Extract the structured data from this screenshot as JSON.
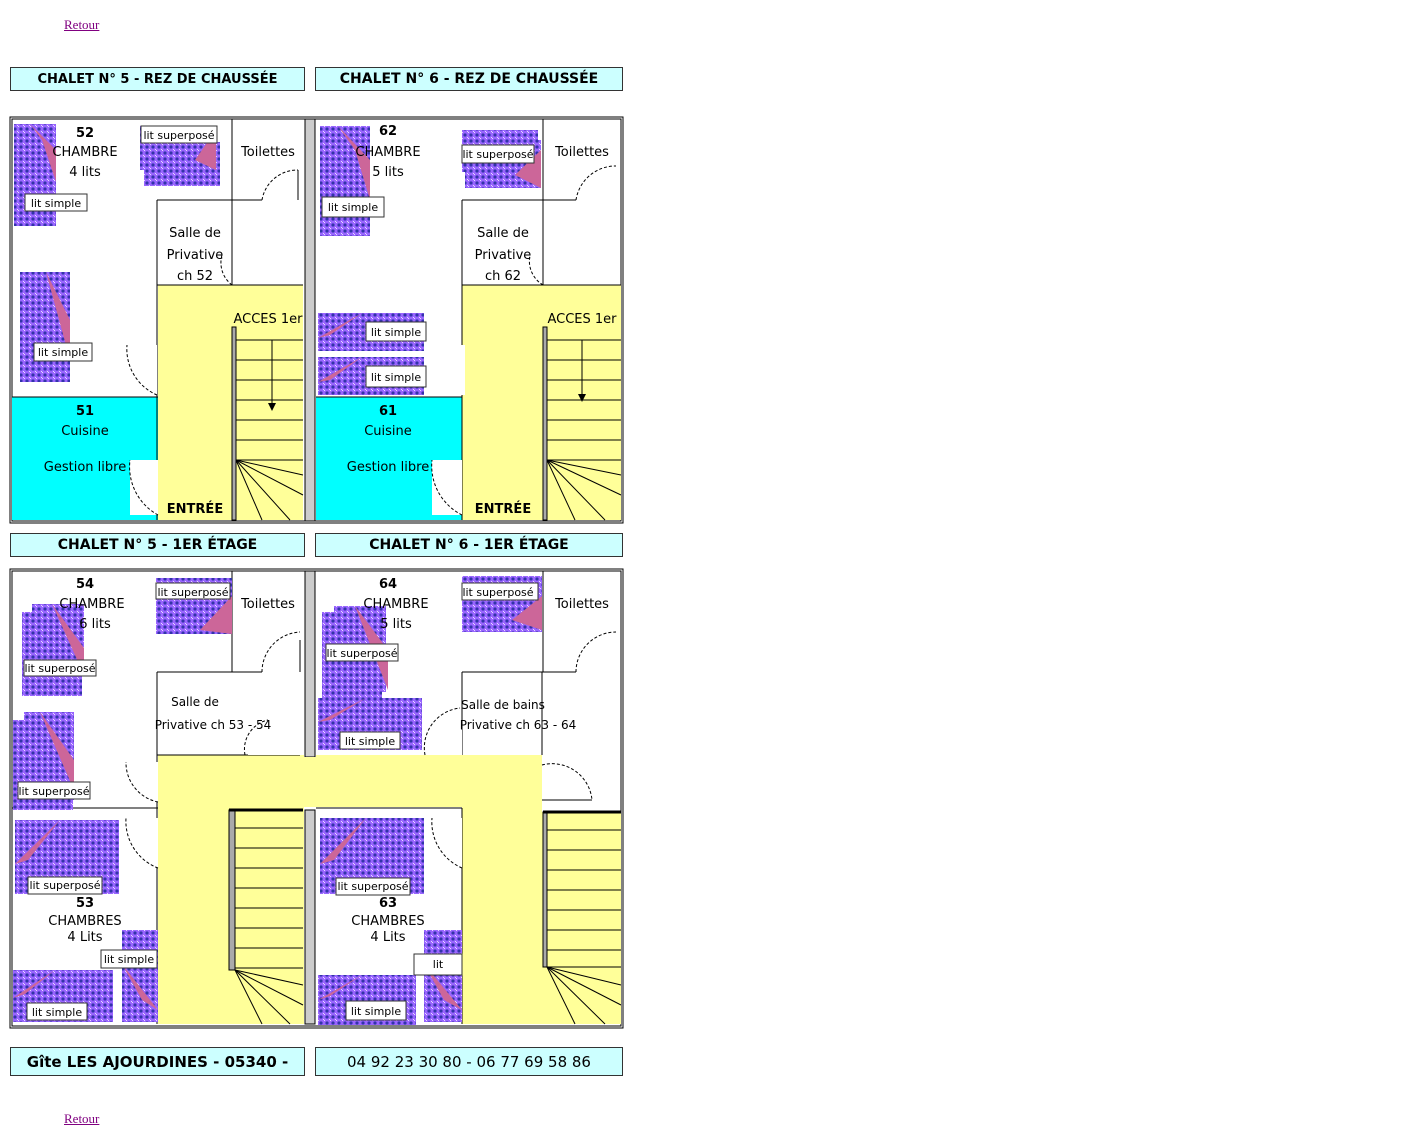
{
  "nav": {
    "back_top": "Retour",
    "back_bottom": "Retour"
  },
  "headers": {
    "c5_ground": "CHALET N° 5 - REZ DE CHAUSSÉE",
    "c6_ground": "CHALET N° 6 - REZ DE CHAUSSÉE",
    "c5_first": "CHALET N° 5 - 1ER ÉTAGE",
    "c6_first": "CHALET N° 6 - 1ER ÉTAGE"
  },
  "footer": {
    "gite": "Gîte LES AJOURDINES - 05340 -",
    "phones": "04 92 23 30 80 - 06 77 69 58 86"
  },
  "ground": {
    "c5": {
      "room_num": "52",
      "room_type": "CHAMBRE",
      "room_beds": "4 lits",
      "bed_labels": [
        "lit superposé",
        "lit simple",
        "lit simple"
      ],
      "toilets": "Toilettes",
      "bath": [
        "Salle de",
        "Privative",
        "ch 52"
      ],
      "stairs": "ACCES 1er",
      "kitchen_num": "51",
      "kitchen": "Cuisine",
      "kitchen_mgmt": "Gestion libre",
      "entrance": "ENTRÉE"
    },
    "c6": {
      "room_num": "62",
      "room_type": "CHAMBRE",
      "room_beds": "5 lits",
      "bed_labels": [
        "lit superposé",
        "lit simple",
        "lit simple",
        "lit simple"
      ],
      "toilets": "Toilettes",
      "bath": [
        "Salle de",
        "Privative",
        "ch 62"
      ],
      "stairs": "ACCES 1er",
      "kitchen_num": "61",
      "kitchen": "Cuisine",
      "kitchen_mgmt": "Gestion libre",
      "entrance": "ENTRÉE"
    }
  },
  "first": {
    "c5": {
      "room_num": "54",
      "room_type": "CHAMBRE",
      "room_beds": "6 lits",
      "bed_labels": [
        "lit superposé",
        "lit superposé",
        "lit superposé"
      ],
      "toilets": "Toilettes",
      "bath": [
        "Salle de",
        "Privative ch 53 - 54"
      ],
      "room2_num": "53",
      "room2_type": "CHAMBRES",
      "room2_beds": "4 Lits",
      "bed_labels2": [
        "lit superposé",
        "lit simple",
        "lit simple"
      ]
    },
    "c6": {
      "room_num": "64",
      "room_type": "CHAMBRE",
      "room_beds": "5 lits",
      "bed_labels": [
        "lit superposé",
        "lit superposé",
        "lit simple"
      ],
      "toilets": "Toilettes",
      "bath": [
        "Salle de bains",
        "Privative ch 63 - 64"
      ],
      "room2_num": "63",
      "room2_type": "CHAMBRES",
      "room2_beds": "4 Lits",
      "bed_labels2": [
        "lit superposé",
        "lit",
        "lit simple"
      ]
    }
  },
  "colors": {
    "header_bg": "#ccffff",
    "kitchen": "#00ffff",
    "hall": "#ffff99",
    "bed": "#9966ff",
    "bed_fold": "#cc6699"
  }
}
